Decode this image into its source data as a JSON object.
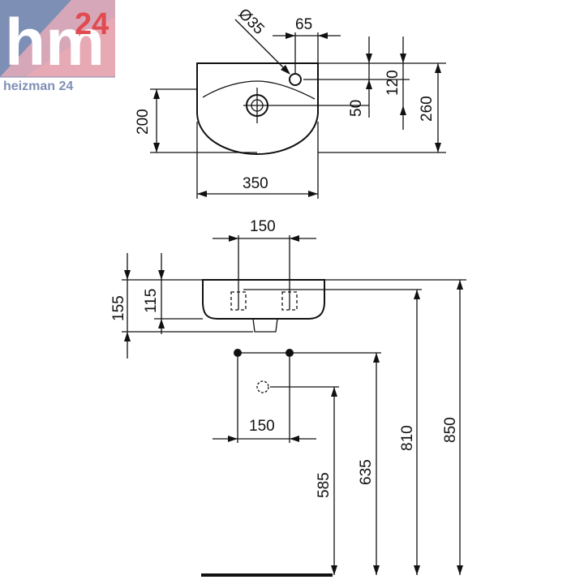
{
  "logo": {
    "mark": "hm",
    "number": "24",
    "brand_text": "heizman 24",
    "colors": {
      "left": "#7e8fb6",
      "right": "#e7a9b4",
      "number": "#e04b50",
      "text": "#7e8fb6"
    }
  },
  "top_view": {
    "dims": {
      "tap_hole_diameter": "Ø35",
      "tap_offset": "65",
      "tap_to_drain": "120",
      "drain_offset": "50",
      "overall_depth": "260",
      "front_depth": "200",
      "overall_width": "350"
    }
  },
  "front_view": {
    "dims": {
      "mount_spacing": "150",
      "total_height": "155",
      "bowl_height": "115"
    }
  },
  "install": {
    "dims": {
      "supply_spacing": "150",
      "waste_height": "585",
      "supply_height": "635",
      "bowl_rim_height": "810",
      "top_height": "850"
    }
  }
}
